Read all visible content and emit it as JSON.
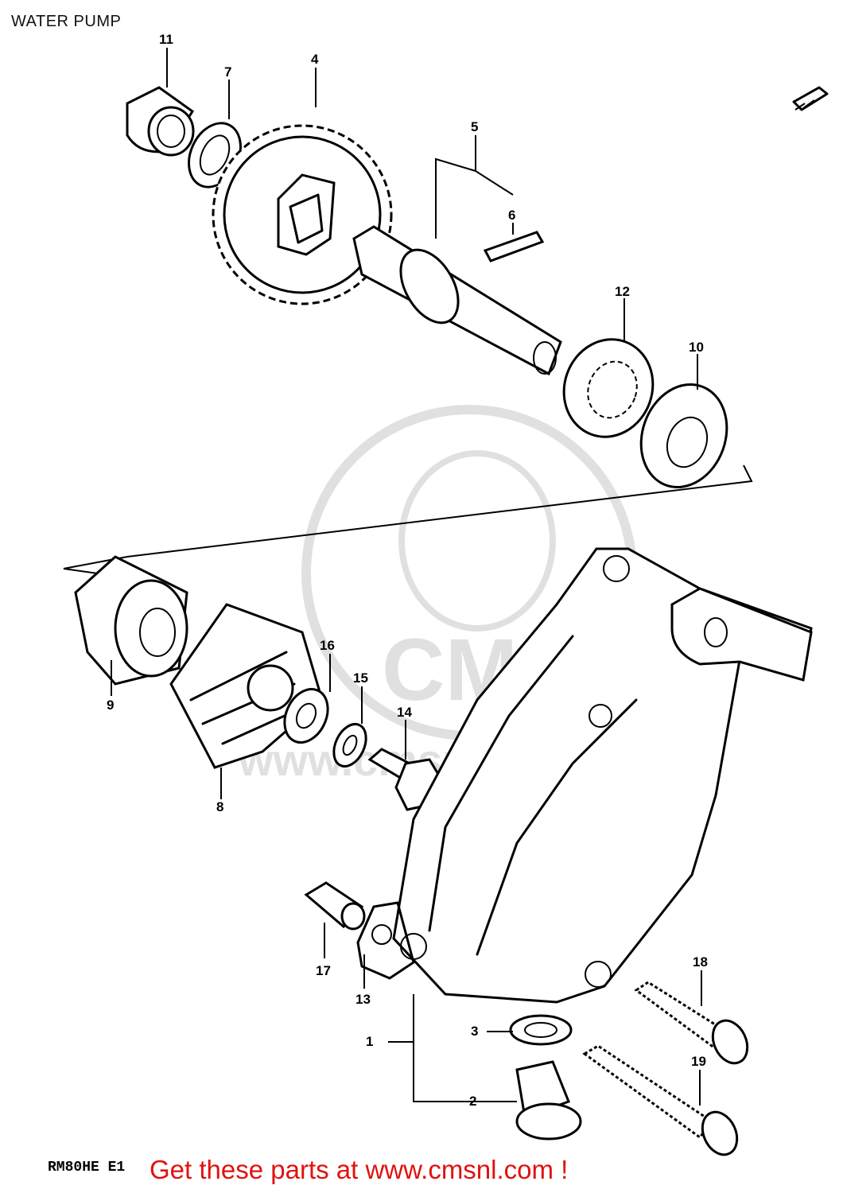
{
  "title": "WATER PUMP",
  "model_code": "RM80HE E1",
  "footer_text": "Get these parts at www.cmsnl.com !",
  "watermark_text": "www.cmsnl.com",
  "watermark_logo": "CMS",
  "callouts": [
    {
      "id": "1",
      "part": "housing"
    },
    {
      "id": "2",
      "part": "drain-bolt"
    },
    {
      "id": "3",
      "part": "gasket-washer"
    },
    {
      "id": "4",
      "part": "gear"
    },
    {
      "id": "5",
      "part": "shaft-assembly"
    },
    {
      "id": "6",
      "part": "pin"
    },
    {
      "id": "7",
      "part": "washer"
    },
    {
      "id": "8",
      "part": "impeller"
    },
    {
      "id": "9",
      "part": "mechanical-seal"
    },
    {
      "id": "10",
      "part": "oil-seal"
    },
    {
      "id": "11",
      "part": "bushing"
    },
    {
      "id": "12",
      "part": "bearing"
    },
    {
      "id": "13",
      "part": "gasket"
    },
    {
      "id": "14",
      "part": "bolt"
    },
    {
      "id": "15",
      "part": "washer"
    },
    {
      "id": "16",
      "part": "washer"
    },
    {
      "id": "17",
      "part": "dowel-pin"
    },
    {
      "id": "18",
      "part": "screw"
    },
    {
      "id": "19",
      "part": "screw"
    }
  ],
  "colors": {
    "footer": "#e0120f",
    "ink": "#000000",
    "watermark": "#d0d0d0"
  }
}
